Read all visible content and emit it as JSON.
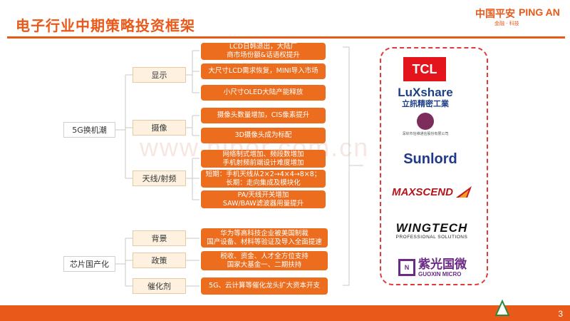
{
  "header": {
    "title": "电子行业中期策略投资框架",
    "logo_cn": "中国平安",
    "logo_en": "PING AN",
    "logo_sub": "金融 · 科技"
  },
  "framework": {
    "groups": [
      {
        "label": "5G换机潮",
        "subs": [
          {
            "label": "显示",
            "items": [
              "LCD日韩退出，大陆厂\n商市场份额&话语权提升",
              "大尺寸LCD需求恢复，MINI导入市场",
              "小尺寸OLED大陆产能释放"
            ]
          },
          {
            "label": "摄像",
            "items": [
              "摄像头数量增加，CIS像素提升",
              "3D摄像头成为标配"
            ]
          },
          {
            "label": "天线/射频",
            "items": [
              "网络制式增加、频段数增加\n手机射频前端设计难度增加",
              "短期：手机天线从2×2→4×4→8×8；\n长期：走向集成及模块化",
              "PA/天线开关增加\nSAW/BAW滤波器用量提升"
            ]
          }
        ]
      },
      {
        "label": "芯片国产化",
        "subs": [
          {
            "label": "背景",
            "items": [
              "华为等高科技企业被美国制裁\n国产设备、材料等验证及导入全面提速"
            ]
          },
          {
            "label": "政策",
            "items": [
              "税收、资金、人才全方位支持\n国家大基金一、二期扶持"
            ]
          },
          {
            "label": "催化剂",
            "items": [
              "5G、云计算等催化龙头扩大资本开支"
            ]
          }
        ]
      }
    ]
  },
  "companies": {
    "tcl": "TCL",
    "luxshare_en": "LuXshare",
    "luxshare_cn": "立訊精密工業",
    "xinwei": "深圳市信维通信股份有限公司",
    "sunlord": "Sunlord",
    "maxscend": "MAXSCEND",
    "wingtech": "WINGTECH",
    "wingtech_sub": "PROFESSIONAL SOLUTIONS",
    "guoxin_cn": "紫光国微",
    "guoxin_en": "GUOXIN MICRO",
    "guoxin_mark": "N"
  },
  "watermark": "www.hibor.com.cn",
  "footer": {
    "page": "3"
  },
  "colors": {
    "accent": "#e8591a",
    "box_fill": "#ec6d1e",
    "sub_fill": "#fef1e0",
    "panel_border": "#e03a3a"
  }
}
